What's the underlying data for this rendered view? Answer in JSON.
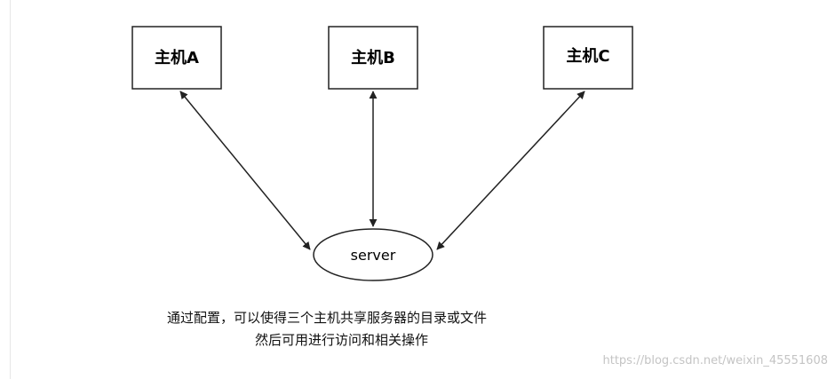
{
  "nodes": {
    "host_a": "主机A",
    "host_b": "主机B",
    "host_c": "主机C",
    "server": "server"
  },
  "caption": {
    "line1": "通过配置，可以使得三个主机共享服务器的目录或文件",
    "line2": "然后可用进行访问和相关操作"
  },
  "watermark": "https://blog.csdn.net/weixin_45551608",
  "colors": {
    "stroke": "#222222",
    "background": "#ffffff",
    "watermark": "#c4c4c4"
  }
}
